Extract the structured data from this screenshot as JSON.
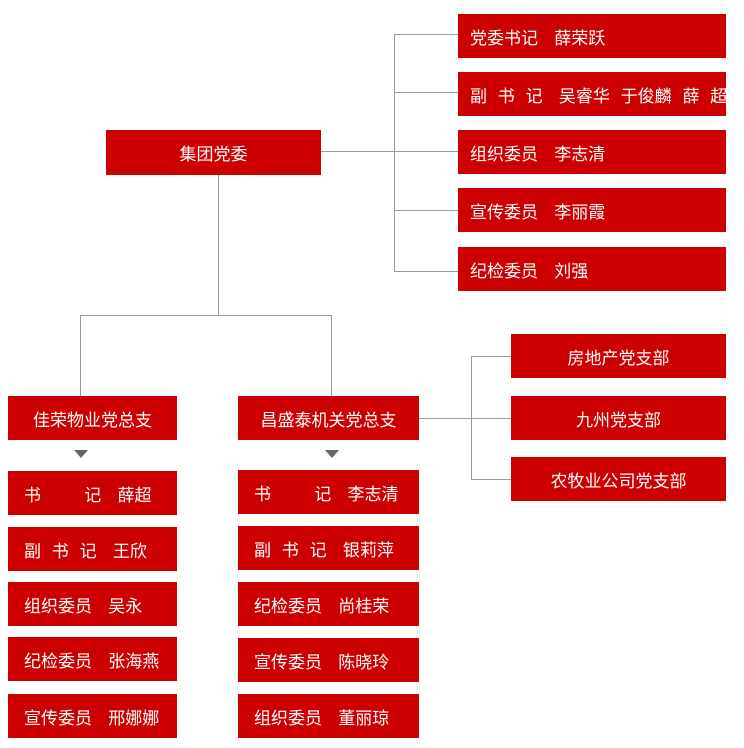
{
  "root": {
    "label": "集团党委"
  },
  "committee": [
    {
      "label": "党委书记   薛荣跃"
    },
    {
      "label": "副  书  记   吴睿华  于俊麟  薛  超"
    },
    {
      "label": "组织委员   李志清"
    },
    {
      "label": "宣传委员   李丽霞"
    },
    {
      "label": "纪检委员   刘强"
    }
  ],
  "branch_left": {
    "label": "佳荣物业党总支",
    "members": [
      {
        "label": "书        记   薛超"
      },
      {
        "label": "副  书  记   王欣"
      },
      {
        "label": "组织委员   吴永"
      },
      {
        "label": "纪检委员   张海燕"
      },
      {
        "label": "宣传委员   邢娜娜"
      }
    ]
  },
  "branch_right": {
    "label": "昌盛泰机关党总支",
    "members": [
      {
        "label": "书        记   李志清"
      },
      {
        "label": "副  书  记   银莉萍"
      },
      {
        "label": "纪检委员   尚桂荣"
      },
      {
        "label": "宣传委员   陈晓玲"
      },
      {
        "label": "组织委员   董丽琼"
      }
    ],
    "sub_branches": [
      {
        "label": "房地产党支部"
      },
      {
        "label": "九州党支部"
      },
      {
        "label": "农牧业公司党支部"
      }
    ]
  }
}
